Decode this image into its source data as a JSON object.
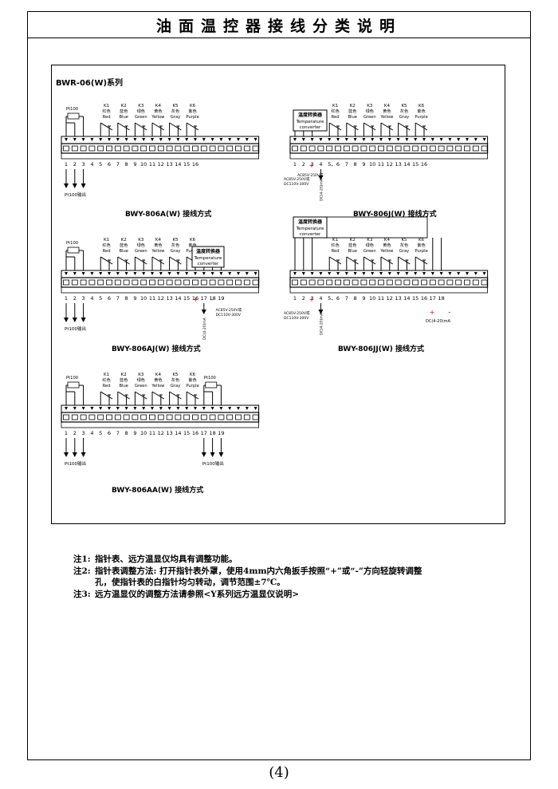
{
  "page": {
    "title": "油面温控器接线分类说明",
    "series_label": "BWR-06(W)系列",
    "page_number": "(4)"
  },
  "switch_labels": {
    "k": [
      "K1",
      "K2",
      "K3",
      "K4",
      "K5",
      "K6"
    ],
    "cn": [
      "红色",
      "蓝色",
      "绿色",
      "黄色",
      "灰色",
      "紫色"
    ],
    "en": [
      "Red",
      "Blue",
      "Green",
      "Yellow",
      "Gray",
      "Purple"
    ]
  },
  "terminals": {
    "t16": [
      "1",
      "2",
      "3",
      "4",
      "5",
      "6",
      "7",
      "8",
      "9",
      "10",
      "11",
      "12",
      "13",
      "14",
      "15",
      "16"
    ],
    "t19": [
      "1",
      "2",
      "3",
      "4",
      "5",
      "6",
      "7",
      "8",
      "9",
      "10",
      "11",
      "12",
      "13",
      "14",
      "15",
      "16",
      "17",
      "18",
      "19"
    ],
    "t18": [
      "1",
      "2",
      "3",
      "4",
      "5",
      "6",
      "7",
      "8",
      "9",
      "10",
      "11",
      "12",
      "13",
      "14",
      "15",
      "16",
      "17",
      "18"
    ]
  },
  "labels": {
    "pt100": "Pt100",
    "pt100_output": "Pt100输出",
    "converter_cn": "温度转换器",
    "converter_en1": "Temperature",
    "converter_en2": "converter",
    "ac_supply1": "AC85V-250V或",
    "ac_supply2": "DC110V-300V",
    "current_out": "DC(4-20)mA",
    "plus": "+",
    "minus": "-"
  },
  "diagrams": {
    "a": "BWY-806A(W) 接线方式",
    "j": "BWY-806J(W) 接线方式",
    "aj": "BWY-806AJ(W) 接线方式",
    "jj": "BWY-806JJ(W) 接线方式",
    "aa": "BWY-806AA(W) 接线方式"
  },
  "notes": [
    {
      "prefix": "注1:",
      "text": "指针表、远方温显仪均具有调整功能。",
      "cont": ""
    },
    {
      "prefix": "注2:",
      "text": "指针表调整方法: 打开指针表外罩，使用4mm内六角扳手按照“+”或“-”方向轻旋转调整",
      "cont": "孔，使指针表的白指针均匀转动，调节范围±7℃。"
    },
    {
      "prefix": "注3:",
      "text": "远方温显仪的调整方法请参照<Y系列远方温显仪说明>",
      "cont": ""
    }
  ]
}
